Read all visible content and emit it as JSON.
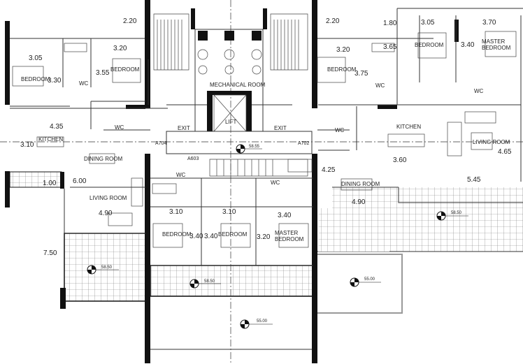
{
  "title": "Floor plan",
  "dimensions": [
    "2.20",
    "2.20",
    "1.80",
    "3.05",
    "3.20",
    "3.20",
    "3.05",
    "3.70",
    "3.30",
    "3.55",
    "3.75",
    "3.65",
    "3.40",
    "4.35",
    "3.10",
    "6.00",
    "1.00",
    "4.90",
    "3.10",
    "3.10",
    "3.40",
    "3.40",
    "3.20",
    "3.40",
    "7.50",
    "4.25",
    "4.90",
    "3.60",
    "4.65",
    "5.45"
  ],
  "rooms": [
    "BEDROOM",
    "BEDROOM",
    "BEDROOM",
    "BEDROOM",
    "MASTER",
    "BEDROOM",
    "MECHANICAL ROOM",
    "LIFT",
    "EXIT",
    "EXIT",
    "KITCHEN",
    "KITCHEN",
    "DINING ROOM",
    "DINING ROOM",
    "LIVING ROOM",
    "LIVING ROOM",
    "BEDROOM",
    "BEDROOM",
    "MASTER",
    "BEDROOM",
    "WC",
    "WC",
    "WC",
    "WC",
    "WC",
    "WC",
    "WC"
  ],
  "tags": [
    "A704",
    "A702",
    "A603"
  ],
  "levels": [
    "58.55",
    "58.50",
    "58.50",
    "58.50",
    "55.00",
    "55.00"
  ],
  "colors": {
    "wall": "#111111",
    "line": "#333333",
    "grey_outline": "#999999"
  }
}
